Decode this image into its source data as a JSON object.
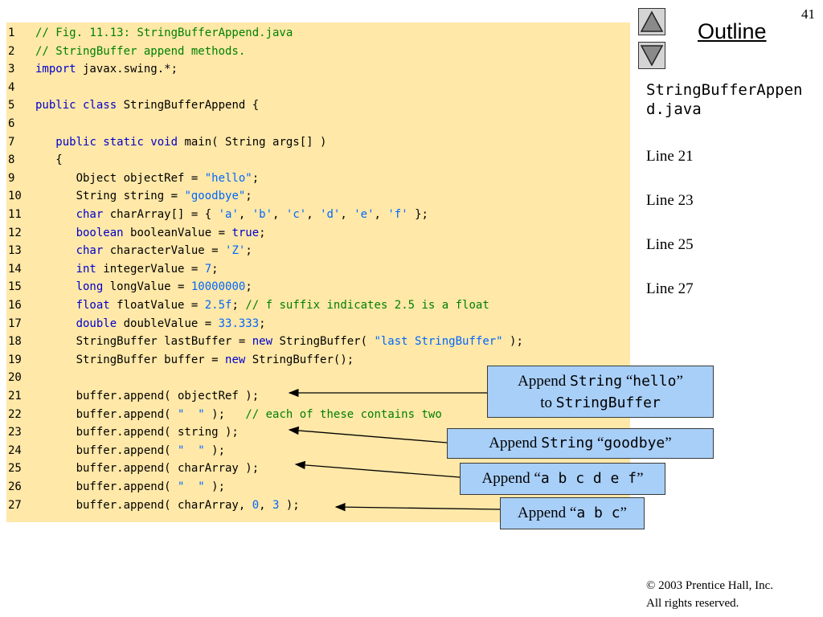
{
  "slide": {
    "page_number": "41",
    "outline_title": "Outline",
    "file_name": "StringBufferAppend.java",
    "line_refs": [
      "Line 21",
      "Line 23",
      "Line 25",
      "Line 27"
    ],
    "copyright_line1": "© 2003 Prentice Hall, Inc.",
    "copyright_line2": "All rights reserved."
  },
  "nav": {
    "up_icon": "triangle-up-icon",
    "down_icon": "triangle-down-icon"
  },
  "colors": {
    "code_background": "#ffe8a8",
    "callout_background": "#a8cff8",
    "keyword": "#0000cc",
    "literal": "#0066ff",
    "comment": "#008000"
  },
  "code": {
    "lines": [
      {
        "n": "1",
        "parts": [
          {
            "t": "// Fig. 11.13: StringBufferAppend.java",
            "c": "cmt"
          }
        ]
      },
      {
        "n": "2",
        "parts": [
          {
            "t": "// StringBuffer append methods.",
            "c": "cmt"
          }
        ]
      },
      {
        "n": "3",
        "parts": [
          {
            "t": "import",
            "c": "kw"
          },
          {
            "t": " javax.swing.*;"
          }
        ]
      },
      {
        "n": "4",
        "parts": []
      },
      {
        "n": "5",
        "parts": [
          {
            "t": "public class",
            "c": "kw"
          },
          {
            "t": " StringBufferAppend {"
          }
        ]
      },
      {
        "n": "6",
        "parts": []
      },
      {
        "n": "7",
        "parts": [
          {
            "t": "   "
          },
          {
            "t": "public static void",
            "c": "kw"
          },
          {
            "t": " main( String args[] )"
          }
        ]
      },
      {
        "n": "8",
        "parts": [
          {
            "t": "   {"
          }
        ]
      },
      {
        "n": "9",
        "parts": [
          {
            "t": "      Object objectRef = "
          },
          {
            "t": "\"hello\"",
            "c": "str"
          },
          {
            "t": ";"
          }
        ]
      },
      {
        "n": "10",
        "parts": [
          {
            "t": "      String string = "
          },
          {
            "t": "\"goodbye\"",
            "c": "str"
          },
          {
            "t": ";"
          }
        ]
      },
      {
        "n": "11",
        "parts": [
          {
            "t": "      "
          },
          {
            "t": "char",
            "c": "kw"
          },
          {
            "t": " charArray[] = { "
          },
          {
            "t": "'a'",
            "c": "str"
          },
          {
            "t": ", "
          },
          {
            "t": "'b'",
            "c": "str"
          },
          {
            "t": ", "
          },
          {
            "t": "'c'",
            "c": "str"
          },
          {
            "t": ", "
          },
          {
            "t": "'d'",
            "c": "str"
          },
          {
            "t": ", "
          },
          {
            "t": "'e'",
            "c": "str"
          },
          {
            "t": ", "
          },
          {
            "t": "'f'",
            "c": "str"
          },
          {
            "t": " };"
          }
        ]
      },
      {
        "n": "12",
        "parts": [
          {
            "t": "      "
          },
          {
            "t": "boolean",
            "c": "kw"
          },
          {
            "t": " booleanValue = "
          },
          {
            "t": "true",
            "c": "kw"
          },
          {
            "t": ";"
          }
        ]
      },
      {
        "n": "13",
        "parts": [
          {
            "t": "      "
          },
          {
            "t": "char",
            "c": "kw"
          },
          {
            "t": " characterValue = "
          },
          {
            "t": "'Z'",
            "c": "str"
          },
          {
            "t": ";"
          }
        ]
      },
      {
        "n": "14",
        "parts": [
          {
            "t": "      "
          },
          {
            "t": "int",
            "c": "kw"
          },
          {
            "t": " integerValue = "
          },
          {
            "t": "7",
            "c": "num"
          },
          {
            "t": ";"
          }
        ]
      },
      {
        "n": "15",
        "parts": [
          {
            "t": "      "
          },
          {
            "t": "long",
            "c": "kw"
          },
          {
            "t": " longValue = "
          },
          {
            "t": "10000000",
            "c": "num"
          },
          {
            "t": ";"
          }
        ]
      },
      {
        "n": "16",
        "parts": [
          {
            "t": "      "
          },
          {
            "t": "float",
            "c": "kw"
          },
          {
            "t": " floatValue = "
          },
          {
            "t": "2.5f",
            "c": "num"
          },
          {
            "t": "; "
          },
          {
            "t": "// f suffix indicates 2.5 is a float",
            "c": "cmt"
          }
        ]
      },
      {
        "n": "17",
        "parts": [
          {
            "t": "      "
          },
          {
            "t": "double",
            "c": "kw"
          },
          {
            "t": " doubleValue = "
          },
          {
            "t": "33.333",
            "c": "num"
          },
          {
            "t": ";"
          }
        ]
      },
      {
        "n": "18",
        "parts": [
          {
            "t": "      StringBuffer lastBuffer = "
          },
          {
            "t": "new",
            "c": "kw"
          },
          {
            "t": " StringBuffer( "
          },
          {
            "t": "\"last StringBuffer\"",
            "c": "str"
          },
          {
            "t": " );"
          }
        ]
      },
      {
        "n": "19",
        "parts": [
          {
            "t": "      StringBuffer buffer = "
          },
          {
            "t": "new",
            "c": "kw"
          },
          {
            "t": " StringBuffer();"
          }
        ]
      },
      {
        "n": "20",
        "parts": []
      },
      {
        "n": "21",
        "parts": [
          {
            "t": "      buffer.append( objectRef );"
          }
        ]
      },
      {
        "n": "22",
        "parts": [
          {
            "t": "      buffer.append( "
          },
          {
            "t": "\"  \"",
            "c": "str"
          },
          {
            "t": " );   "
          },
          {
            "t": "// each of these contains two",
            "c": "cmt"
          }
        ]
      },
      {
        "n": "23",
        "parts": [
          {
            "t": "      buffer.append( string );"
          }
        ]
      },
      {
        "n": "24",
        "parts": [
          {
            "t": "      buffer.append( "
          },
          {
            "t": "\"  \"",
            "c": "str"
          },
          {
            "t": " );"
          }
        ]
      },
      {
        "n": "25",
        "parts": [
          {
            "t": "      buffer.append( charArray );"
          }
        ]
      },
      {
        "n": "26",
        "parts": [
          {
            "t": "      buffer.append( "
          },
          {
            "t": "\"  \"",
            "c": "str"
          },
          {
            "t": " );"
          }
        ]
      },
      {
        "n": "27",
        "parts": [
          {
            "t": "      buffer.append( charArray, "
          },
          {
            "t": "0",
            "c": "num"
          },
          {
            "t": ", "
          },
          {
            "t": "3",
            "c": "num"
          },
          {
            "t": " );"
          }
        ]
      }
    ]
  },
  "callouts": {
    "c1": {
      "a": "Append ",
      "b": "String",
      "c": " “",
      "d": "hello",
      "e": "”",
      "f": "to ",
      "g": "StringBuffer"
    },
    "c2": {
      "a": "Append ",
      "b": "String",
      "c": " “",
      "d": "goodbye",
      "e": "”"
    },
    "c3": {
      "a": "Append “",
      "b": "a b c d e f",
      "c": "”"
    },
    "c4": {
      "a": "Append “",
      "b": "a b c",
      "c": "”"
    }
  }
}
